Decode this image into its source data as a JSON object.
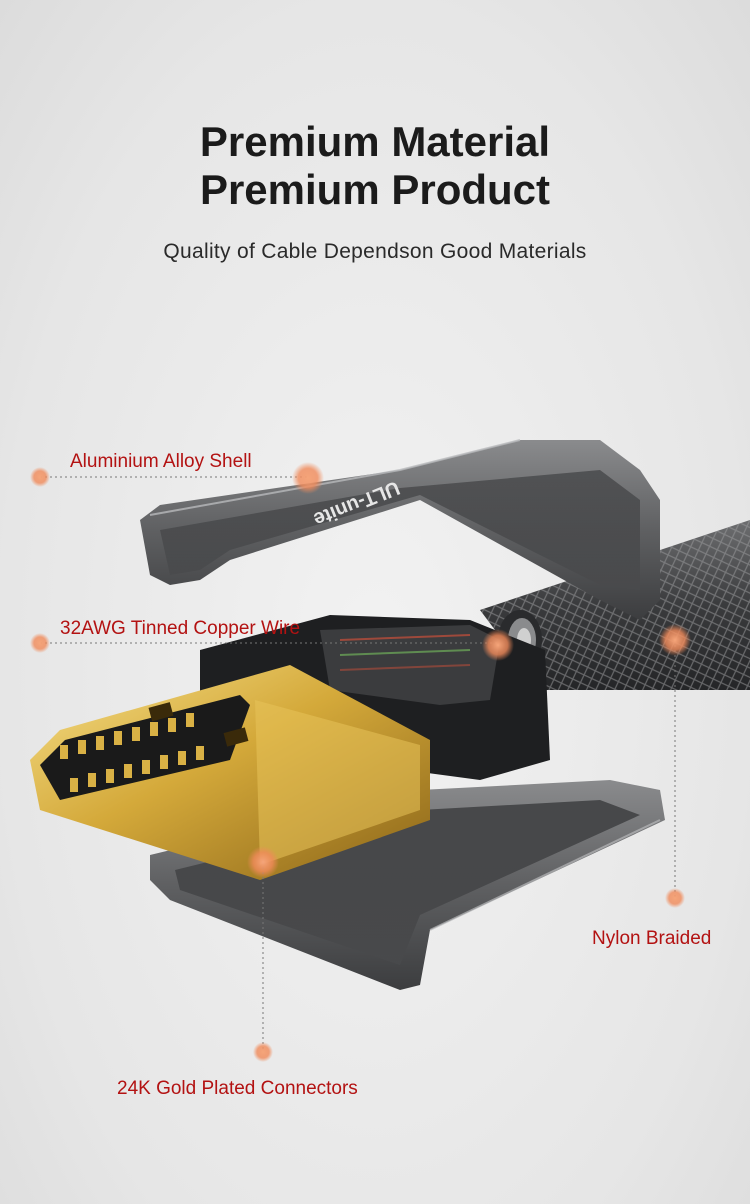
{
  "header": {
    "title_line1": "Premium Material",
    "title_line2": "Premium Product",
    "subtitle": "Quality of Cable Dependson Good Materials"
  },
  "product": {
    "brand_text": "ULT-unite"
  },
  "callouts": {
    "shell": "Aluminium Alloy Shell",
    "wire": "32AWG Tinned Copper Wire",
    "braid": "Nylon Braided",
    "connector": "24K Gold Plated Connectors"
  },
  "colors": {
    "accent": "#b31212",
    "marker": "#f08a5a",
    "gold": "#d4a93a",
    "shell": "#5f6062"
  }
}
